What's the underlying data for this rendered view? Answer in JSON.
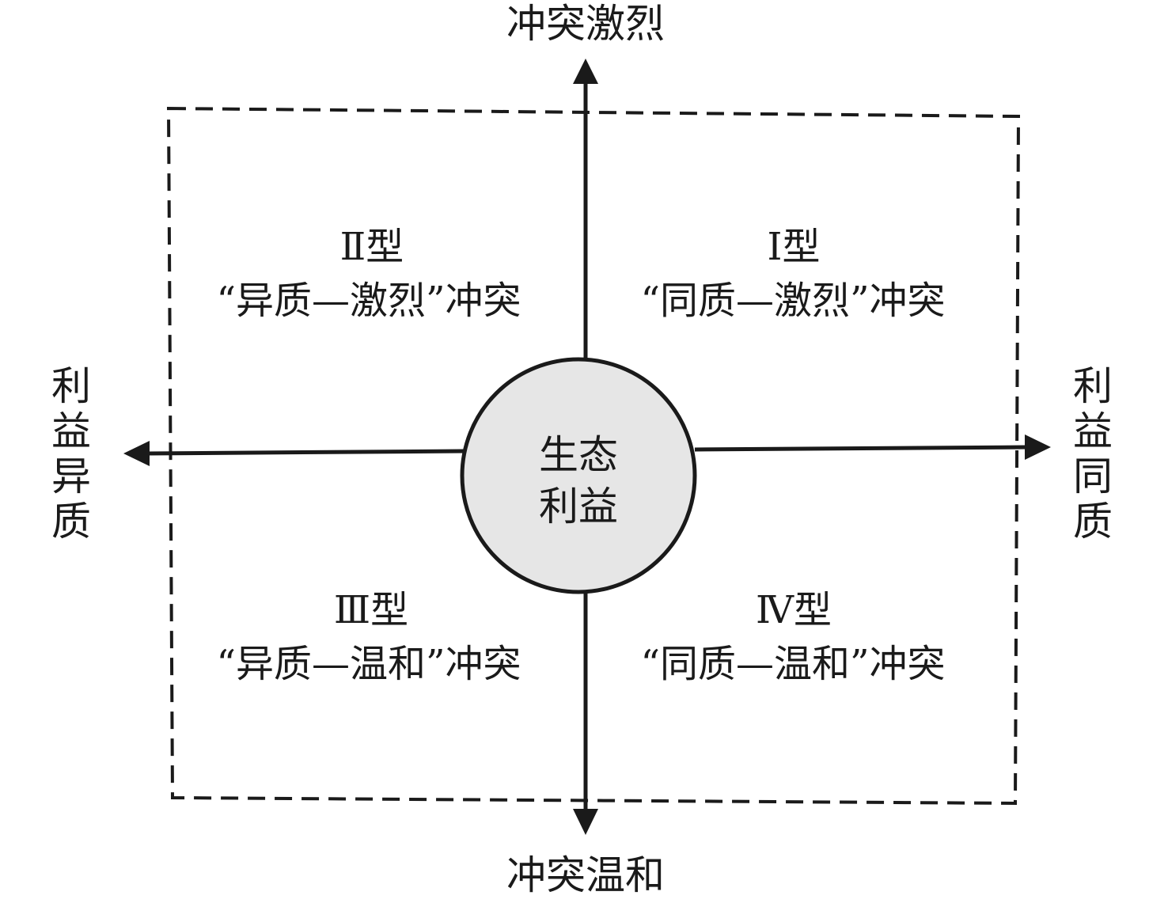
{
  "axes": {
    "top": "冲突激烈",
    "bottom": "冲突温和",
    "left": "利益异质",
    "right": "利益同质"
  },
  "center": {
    "line1": "生态",
    "line2": "利益"
  },
  "quadrants": {
    "top_left": {
      "type": "Ⅱ型",
      "description": "“异质—激烈”冲突"
    },
    "top_right": {
      "type": "I型",
      "description": "“同质—激烈”冲突"
    },
    "bottom_left": {
      "type": "Ⅲ型",
      "description": "“异质—温和”冲突"
    },
    "bottom_right": {
      "type": "Ⅳ型",
      "description": "“同质—温和”冲突"
    }
  },
  "colors": {
    "line": "#1a1a1a",
    "circle_fill": "#e6e6e6"
  }
}
